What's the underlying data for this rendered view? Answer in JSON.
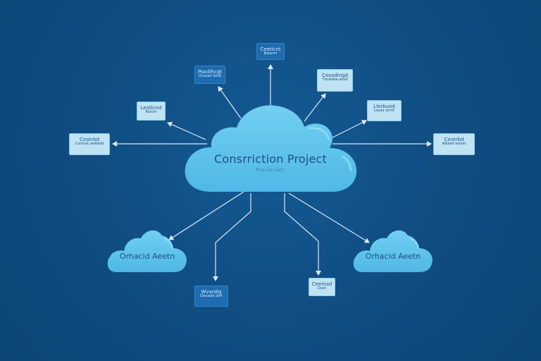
{
  "colors": {
    "background": "#0f4c81",
    "cloud": "#5ec4ec",
    "cloud_highlight": "#8fdbf5",
    "arrow": "#dbeaf5",
    "node_light": "#bfe3f3",
    "node_dark": "#1e6bb0"
  },
  "main_cloud": {
    "title": "Consrriction Project",
    "subtitle": "Pnacxtrzxtr"
  },
  "side_clouds": [
    {
      "title": "Orhacid Aeetn",
      "subtitle": ""
    },
    {
      "title": "Orhacid Aeetn",
      "subtitle": ""
    }
  ],
  "nodes": [
    {
      "title": "Ceeticnt",
      "subtitle": "Bxtenrt"
    },
    {
      "title": "Poxdihcgt",
      "subtitle": "Draxad farrd"
    },
    {
      "title": "Ceosdingd",
      "subtitle": "Tznadwe aovd"
    },
    {
      "title": "Leatlcnd",
      "subtitle": "Rozort"
    },
    {
      "title": "Llerbuod",
      "subtitle": "Lwaie wrmt"
    },
    {
      "title": "Ceotrbd",
      "subtitle": "Cxmnat wwtedd"
    },
    {
      "title": "Ceotrbd",
      "subtitle": "Adixed wxnat"
    },
    {
      "title": "Wvardig",
      "subtitle": "Dwxadd dnrt"
    },
    {
      "title": "Ceeinad",
      "subtitle": "Daxt"
    }
  ]
}
